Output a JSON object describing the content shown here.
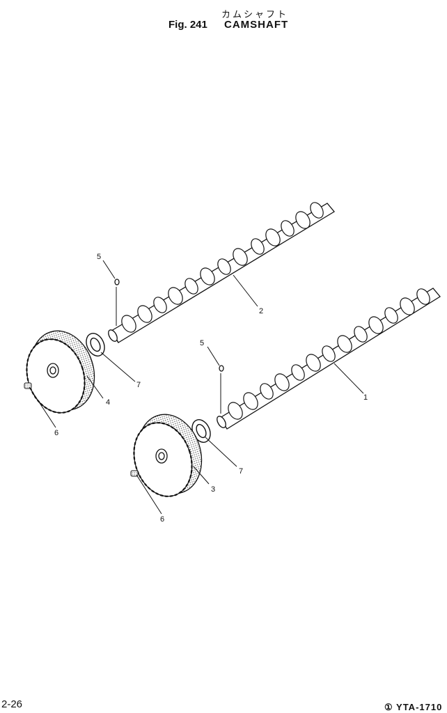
{
  "header": {
    "title_jp": "カムシャフト",
    "fig_label": "Fig. 241",
    "title": "CAMSHAFT"
  },
  "footer": {
    "page_number": "2-26",
    "doc_code": "① YTA-1710"
  },
  "callouts": [
    "5",
    "2",
    "7",
    "4",
    "6",
    "5",
    "1",
    "7",
    "3",
    "6"
  ],
  "colors": {
    "ink": "#111111",
    "paper": "#ffffff"
  }
}
